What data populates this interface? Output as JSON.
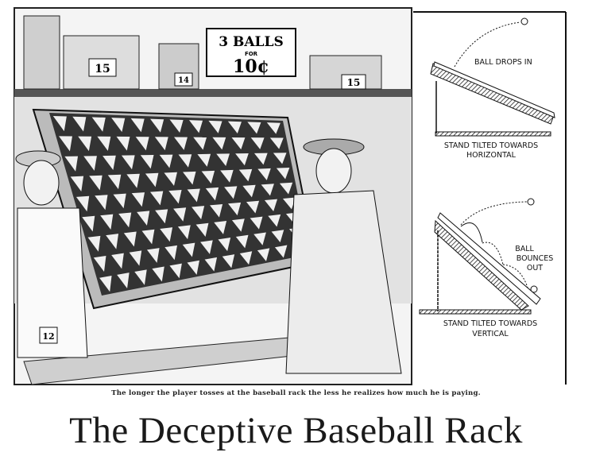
{
  "illustration": {
    "sign": {
      "line1": "3 BALLS",
      "line2": "FOR",
      "line3": "10¢"
    },
    "tags": [
      "15",
      "14",
      "15",
      "12"
    ],
    "diagram_top": {
      "note": "BALL DROPS IN",
      "label_line1": "STAND TILTED TOWARDS",
      "label_line2": "HORIZONTAL"
    },
    "diagram_bottom": {
      "note_line1": "BALL",
      "note_line2": "BOUNCES",
      "note_line3": "OUT",
      "label_line1": "STAND TILTED TOWARDS",
      "label_line2": "VERTICAL"
    }
  },
  "caption": "The longer the player tosses at the baseball rack the less he realizes how much he is paying.",
  "title": "The Deceptive Baseball Rack"
}
